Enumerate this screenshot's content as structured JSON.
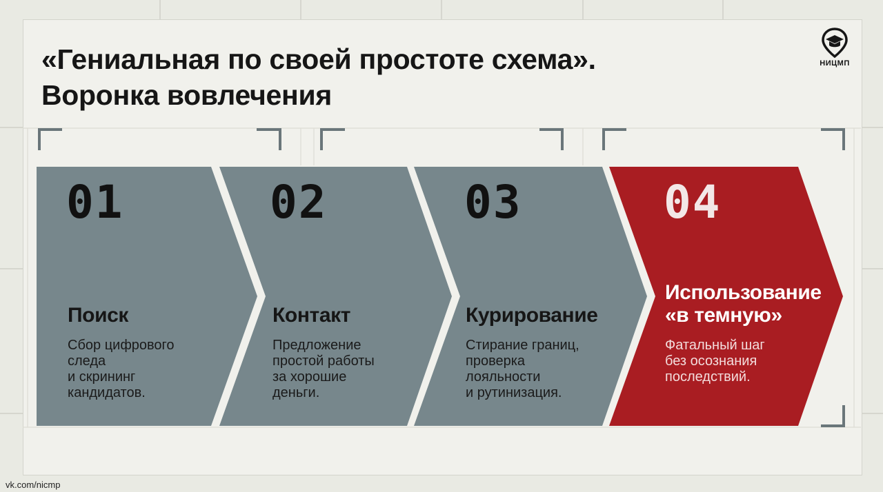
{
  "title_line1": "«Гениальная по своей простоте схема».",
  "title_line2": "Воронка вовлечения",
  "logo_text": "НИЦМП",
  "steps": [
    {
      "number": "01",
      "title": "Поиск",
      "description": "Сбор цифрового\nследа\nи скрининг\nкандидатов.",
      "color": "#77878c"
    },
    {
      "number": "02",
      "title": "Контакт",
      "description": "Предложение\nпростой работы\nза хорошие\nденьги.",
      "color": "#77878c"
    },
    {
      "number": "03",
      "title": "Курирование",
      "description": "Стирание границ,\nпроверка\nлояльности\nи рутинизация.",
      "color": "#77878c"
    },
    {
      "number": "04",
      "title_line1": "Использование",
      "title_line2": "«в темную»",
      "description": "Фатальный шаг\nбез осознания\nпоследствий.",
      "color": "#a91d22"
    }
  ],
  "footer": "vk.com/nicmp",
  "colors": {
    "background": "#e9eae3",
    "panel": "#f1f1ec",
    "gray_step": "#77878c",
    "red_step": "#a91d22",
    "text": "#161616"
  }
}
